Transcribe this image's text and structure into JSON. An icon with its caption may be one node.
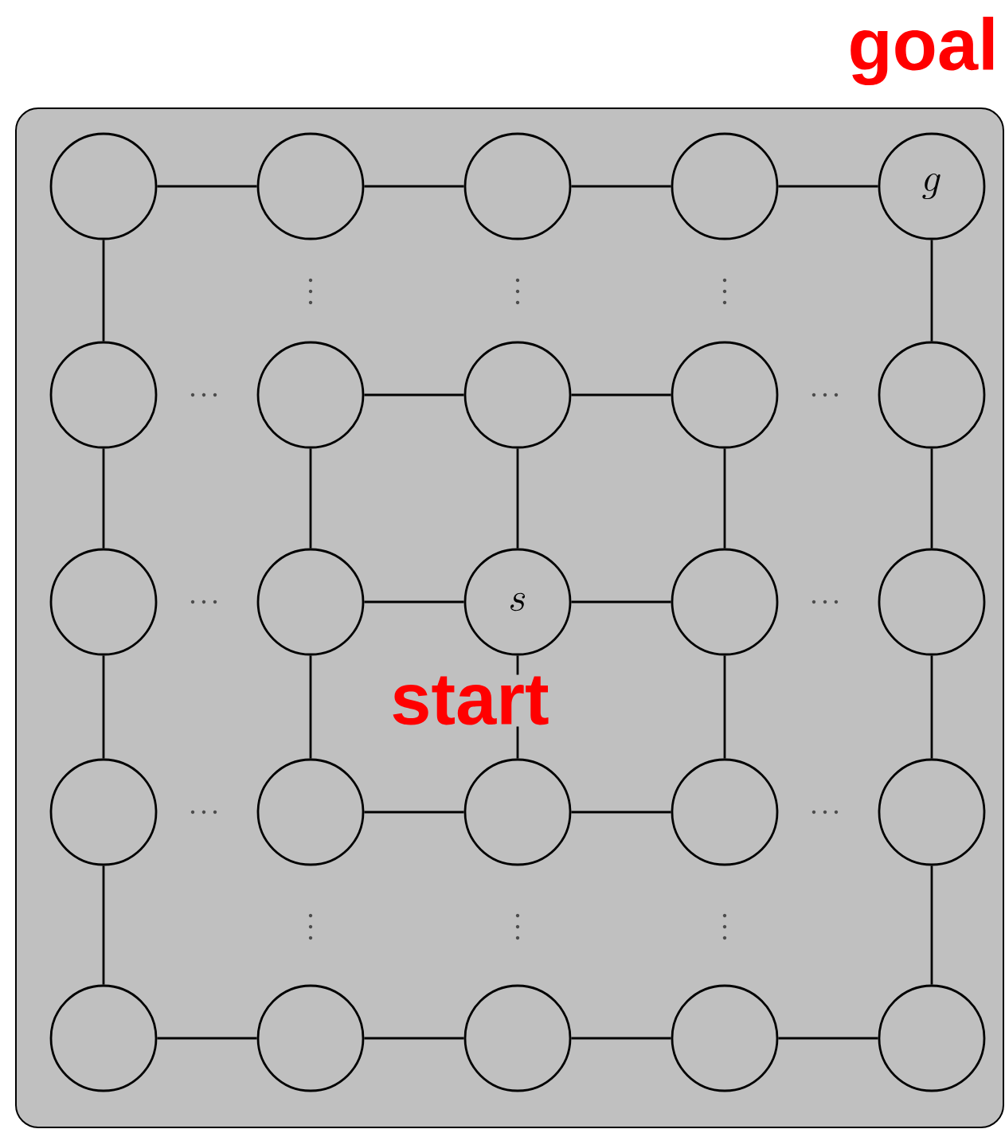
{
  "diagram": {
    "nodes": [
      {
        "text": [],
        "shape": "circle"
      },
      {
        "text": [],
        "shape": "circle"
      },
      {
        "text": [],
        "shape": "circle"
      },
      {
        "text": [],
        "shape": "circle"
      },
      {
        "text": [
          "g"
        ],
        "beside": [
          "goal"
        ]
      },
      {
        "text": [],
        "shape": "circle"
      },
      {
        "text": [],
        "shape": "circle"
      },
      {
        "text": [],
        "shape": "circle"
      },
      {
        "text": [],
        "shape": "circle"
      },
      {
        "text": [],
        "shape": "circle"
      },
      {
        "text": [],
        "shape": "circle"
      },
      {
        "text": [],
        "shape": "circle"
      },
      {
        "text": [
          "s"
        ],
        "beside": [
          "start"
        ]
      },
      {
        "text": [],
        "shape": "circle"
      },
      {
        "text": [],
        "shape": "circle"
      },
      {
        "text": [],
        "shape": "circle"
      },
      {
        "text": [],
        "shape": "circle"
      },
      {
        "text": [],
        "shape": "circle"
      },
      {
        "text": [],
        "shape": "circle"
      },
      {
        "text": [],
        "shape": "circle"
      },
      {
        "text": [],
        "shape": "circle"
      },
      {
        "text": [],
        "shape": "circle"
      },
      {
        "text": [],
        "shape": "circle"
      },
      {
        "text": [],
        "shape": "circle"
      },
      {
        "text": [],
        "shape": "circle"
      }
    ],
    "edges": [
      {
        "from": 0,
        "to": 1,
        "arrow": "none"
      },
      {
        "from": 1,
        "to": 2,
        "arrow": "none"
      },
      {
        "from": 2,
        "to": 3,
        "arrow": "none"
      },
      {
        "from": 3,
        "to": 4,
        "arrow": "none"
      },
      {
        "from": 0,
        "to": 5,
        "arrow": "none"
      },
      {
        "from": 5,
        "to": 10,
        "arrow": "none"
      },
      {
        "from": 10,
        "to": 15,
        "arrow": "none"
      },
      {
        "from": 15,
        "to": 20,
        "arrow": "none"
      },
      {
        "from": 4,
        "to": 9,
        "arrow": "none"
      },
      {
        "from": 9,
        "to": 14,
        "arrow": "none"
      },
      {
        "from": 14,
        "to": 19,
        "arrow": "none"
      },
      {
        "from": 19,
        "to": 24,
        "arrow": "none"
      },
      {
        "from": 20,
        "to": 21,
        "arrow": "none"
      },
      {
        "from": 21,
        "to": 22,
        "arrow": "none"
      },
      {
        "from": 22,
        "to": 23,
        "arrow": "none"
      },
      {
        "from": 23,
        "to": 24,
        "arrow": "none"
      },
      {
        "from": 6,
        "to": 7,
        "arrow": "none"
      },
      {
        "from": 7,
        "to": 8,
        "arrow": "none"
      },
      {
        "from": 6,
        "to": 11,
        "arrow": "none"
      },
      {
        "from": 11,
        "to": 16,
        "arrow": "none"
      },
      {
        "from": 8,
        "to": 13,
        "arrow": "none"
      },
      {
        "from": 13,
        "to": 18,
        "arrow": "none"
      },
      {
        "from": 16,
        "to": 17,
        "arrow": "none"
      },
      {
        "from": 17,
        "to": 18,
        "arrow": "none"
      },
      {
        "from": 7,
        "to": 12,
        "arrow": "none"
      },
      {
        "from": 11,
        "to": 12,
        "arrow": "none"
      },
      {
        "from": 12,
        "to": 13,
        "arrow": "none"
      },
      {
        "from": 12,
        "to": 17,
        "arrow": "none"
      }
    ]
  }
}
